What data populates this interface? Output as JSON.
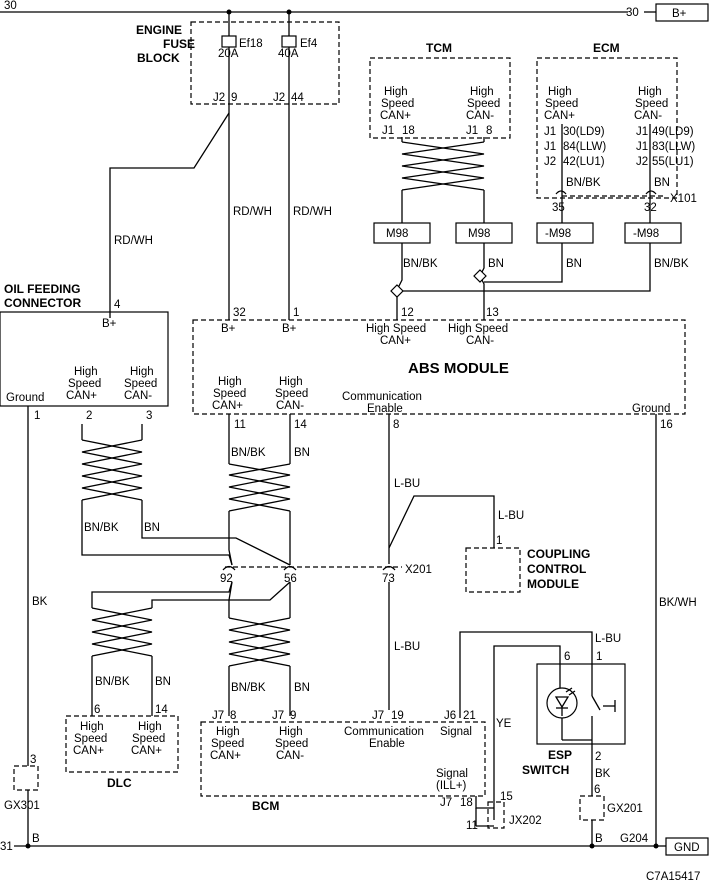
{
  "diagram_id": "C7A15417",
  "rails": {
    "b_plus": "B+",
    "gnd": "GND",
    "top_pin": "30",
    "bottom_pin": "31",
    "ground_ref": "G204"
  },
  "engine_fuse_block": {
    "title": [
      "ENGINE",
      "FUSE",
      "BLOCK"
    ],
    "fuse1": {
      "name": "Ef18",
      "rating": "20A",
      "conn": "J2",
      "pin": "9"
    },
    "fuse2": {
      "name": "Ef4",
      "rating": "40A",
      "conn": "J2",
      "pin": "44"
    }
  },
  "tcm": {
    "title": "TCM",
    "left_label": [
      "High",
      "Speed",
      "CAN+"
    ],
    "right_label": [
      "High",
      "Speed",
      "CAN-"
    ],
    "left_conn": "J1",
    "left_pin": "18",
    "right_conn": "J1",
    "right_pin": "8"
  },
  "ecm": {
    "title": "ECM",
    "left_label": [
      "High",
      "Speed",
      "CAN+"
    ],
    "right_label": [
      "High",
      "Speed",
      "CAN-"
    ],
    "left_pins": [
      {
        "conn": "J1",
        "pin": "30(LD9)"
      },
      {
        "conn": "J1",
        "pin": "84(LLW)"
      },
      {
        "conn": "J2",
        "pin": "42(LU1)"
      }
    ],
    "right_pins": [
      {
        "conn": "J1",
        "pin": "49(LD9)"
      },
      {
        "conn": "J1",
        "pin": "83(LLW)"
      },
      {
        "conn": "J2",
        "pin": "55(LU1)"
      }
    ],
    "left_wire": "BN/BK",
    "right_wire": "BN",
    "splice": "X101",
    "splice_left": "35",
    "splice_right": "32"
  },
  "option_boxes": [
    "M98",
    "M98",
    "-M98",
    "-M98"
  ],
  "tcm_wires": {
    "left": "BN/BK",
    "right": "BN"
  },
  "ecm_out_wires": {
    "left": "BN",
    "right": "BN/BK"
  },
  "oil_feeding_connector": {
    "title": [
      "OIL FEEDING",
      "CONNECTOR"
    ],
    "bplus_pin": "4",
    "bplus_label": "B+",
    "can_plus": [
      "High",
      "Speed",
      "CAN+"
    ],
    "can_minus": [
      "High",
      "Speed",
      "CAN-"
    ],
    "ground_label": "Ground",
    "ground_pin": "1",
    "can_plus_pin": "2",
    "can_minus_pin": "3",
    "supply_wire": "RD/WH"
  },
  "abs_module": {
    "title": "ABS MODULE",
    "bplus1": "B+",
    "bplus1_pin": "32",
    "bplus2": "B+",
    "bplus2_pin": "1",
    "hs_plus_top": [
      "High Speed",
      "CAN+"
    ],
    "hs_plus_top_pin": "12",
    "hs_minus_top": [
      "High Speed",
      "CAN-"
    ],
    "hs_minus_top_pin": "13",
    "hs_plus_bottom": [
      "High",
      "Speed",
      "CAN+"
    ],
    "hs_plus_bottom_pin": "11",
    "hs_minus_bottom": [
      "High",
      "Speed",
      "CAN-"
    ],
    "hs_minus_bottom_pin": "14",
    "comm_enable": [
      "Communication",
      "Enable"
    ],
    "comm_enable_pin": "8",
    "ground_label": "Ground",
    "ground_pin": "16",
    "supply_wires": [
      "RD/WH",
      "RD/WH"
    ]
  },
  "x201": {
    "name": "X201",
    "pin_left": "92",
    "pin_mid": "56",
    "pin_right": "73",
    "abs_wires": {
      "left": "BN/BK",
      "right": "BN"
    },
    "ofc_wires": {
      "left": "BN/BK",
      "right": "BN"
    },
    "comm_wire": "L-BU"
  },
  "coupling_control_module": {
    "title": [
      "COUPLING",
      "CONTROL",
      "MODULE"
    ],
    "pin": "1",
    "wire": "L-BU"
  },
  "dlc": {
    "title": "DLC",
    "left_label": [
      "High",
      "Speed",
      "CAN+"
    ],
    "left_pin": "6",
    "right_label": [
      "High",
      "Speed",
      "CAN+"
    ],
    "right_pin": "14",
    "wires": {
      "left": "BN/BK",
      "right": "BN"
    }
  },
  "bcm": {
    "title": "BCM",
    "hs_plus": [
      "High",
      "Speed",
      "CAN+"
    ],
    "hs_plus_conn": "J7",
    "hs_plus_pin": "8",
    "hs_minus": [
      "High",
      "Speed",
      "CAN-"
    ],
    "hs_minus_conn": "J7",
    "hs_minus_pin": "9",
    "comm_enable": [
      "Communication",
      "Enable"
    ],
    "comm_conn": "J7",
    "comm_pin": "19",
    "signal": "Signal",
    "signal_conn": "J6",
    "signal_pin": "21",
    "signal_ill": [
      "Signal",
      "(ILL+)"
    ],
    "ill_conn": "J7",
    "ill_pin": "18",
    "wires": {
      "left": "BN/BK",
      "right": "BN"
    },
    "comm_wire": "L-BU"
  },
  "esp_switch": {
    "title": [
      "ESP",
      "SWITCH"
    ],
    "pin_left": "6",
    "pin_right": "1",
    "pin_bottom": "2",
    "wire_top": "L-BU",
    "wire_signal": "YE",
    "wire_bottom": "BK"
  },
  "jx202": {
    "name": "JX202",
    "pin_top": "15",
    "pin_bottom": "11"
  },
  "gx201": {
    "name": "GX201",
    "pin": "6",
    "ground_pin": "B"
  },
  "gx301": {
    "name": "GX301",
    "pin": "3",
    "ground_pin": "B",
    "wire": "BK"
  },
  "abs_ground_wire": "BK/WH"
}
